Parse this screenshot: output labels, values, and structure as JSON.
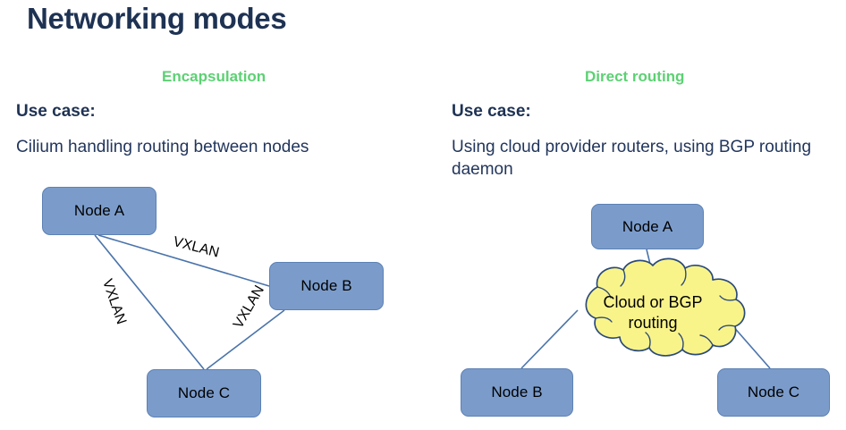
{
  "slide": {
    "title": "Networking modes",
    "colors": {
      "title_navy": "#1e3253",
      "subtitle_green": "#5cd173",
      "node_fill": "#7b9ccb",
      "node_border": "#5c81b4",
      "cloud_fill": "#f9f48a",
      "cloud_border": "#2b4a7a",
      "edge_line": "#4a74ab",
      "background": "#ffffff"
    }
  },
  "columns": [
    {
      "id": "encapsulation",
      "subtitle": "Encapsulation",
      "usecase_label": "Use case:",
      "usecase_text": "Cilium handling routing between nodes",
      "diagram": {
        "nodes": [
          {
            "id": "node-a",
            "label": "Node A"
          },
          {
            "id": "node-b",
            "label": "Node B"
          },
          {
            "id": "node-c",
            "label": "Node C"
          }
        ],
        "edges": [
          {
            "id": "a-b",
            "label": "VXLAN",
            "from": "node-a",
            "to": "node-b"
          },
          {
            "id": "a-c",
            "label": "VXLAN",
            "from": "node-a",
            "to": "node-c"
          },
          {
            "id": "b-c",
            "label": "VXLAN",
            "from": "node-b",
            "to": "node-c"
          }
        ]
      }
    },
    {
      "id": "direct-routing",
      "subtitle": "Direct routing",
      "usecase_label": "Use case:",
      "usecase_text": "Using cloud provider routers, using BGP routing daemon",
      "diagram": {
        "cloud": {
          "label_line1": "Cloud or BGP",
          "label_line2": "routing"
        },
        "nodes": [
          {
            "id": "node-a",
            "label": "Node A"
          },
          {
            "id": "node-b",
            "label": "Node B"
          },
          {
            "id": "node-c",
            "label": "Node C"
          }
        ],
        "edges": [
          {
            "id": "a-cloud",
            "from": "node-a",
            "to": "cloud"
          },
          {
            "id": "b-cloud",
            "from": "node-b",
            "to": "cloud"
          },
          {
            "id": "c-cloud",
            "from": "node-c",
            "to": "cloud"
          }
        ]
      }
    }
  ]
}
